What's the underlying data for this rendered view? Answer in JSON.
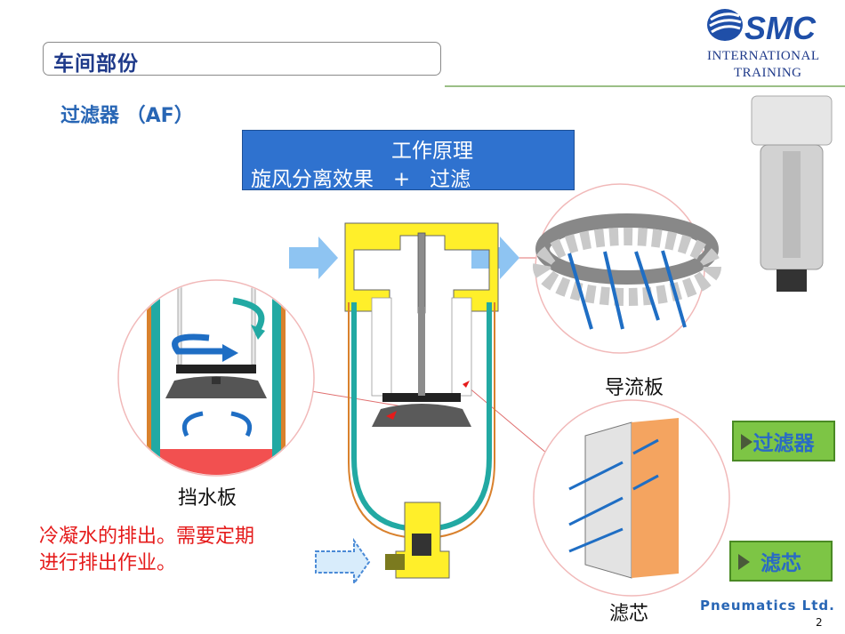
{
  "header": {
    "section_title": "车间部份",
    "logo_brand": "SMC",
    "logo_line1": "INTERNATIONAL",
    "logo_line2": "TRAINING"
  },
  "page": {
    "subtitle": "过滤器 （AF）",
    "principle_title": "工作原理",
    "principle_sub": "旋风分离效果   +   过滤"
  },
  "captions": {
    "baffle": "挡水板",
    "guide": "导流板",
    "element": "滤芯"
  },
  "note": {
    "line1": "冷凝水的排出。需要定期",
    "line2": "进行排出作业。"
  },
  "nav": {
    "filter_label": "过滤器",
    "element_label": "滤芯"
  },
  "footer": {
    "company": "Pneumatics  Ltd.",
    "page_number": "2"
  },
  "colors": {
    "accent_blue": "#2f72cf",
    "nav_green": "#7dc545",
    "body_yellow": "#ffef2a",
    "bowl_teal": "#22a9a3",
    "water_red": "#f25050"
  }
}
